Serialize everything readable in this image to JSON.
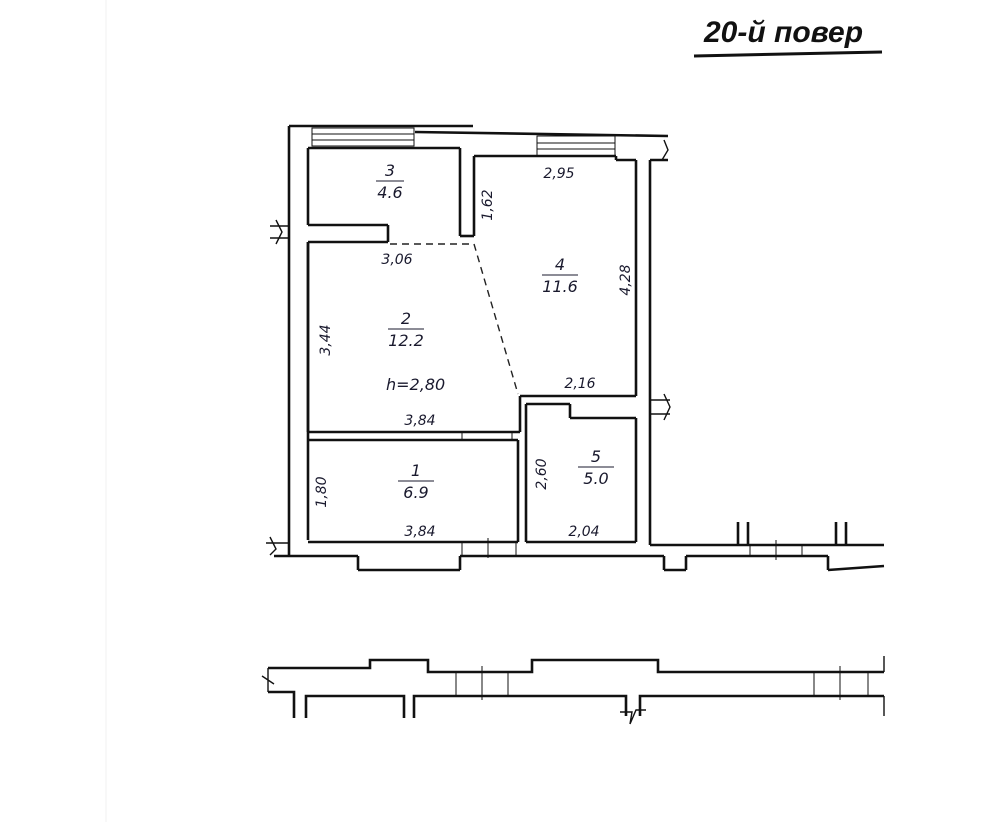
{
  "title": "20-й повер",
  "ceiling_height": "h=2,80",
  "rooms": [
    {
      "number": "1",
      "area": "6.9"
    },
    {
      "number": "2",
      "area": "12.2"
    },
    {
      "number": "3",
      "area": "4.6"
    },
    {
      "number": "4",
      "area": "11.6"
    },
    {
      "number": "5",
      "area": "5.0"
    }
  ],
  "dimensions": {
    "room1_width": "3,84",
    "room1_height": "1,80",
    "room2_top": "3,06",
    "room2_side": "3,44",
    "room2_bottom": "3,84",
    "room4_top": "2,95",
    "room4_side": "4,28",
    "room4_bottom": "2,16",
    "room3_side": "1,62",
    "room5_side": "2,60",
    "room5_bottom": "2,04"
  }
}
